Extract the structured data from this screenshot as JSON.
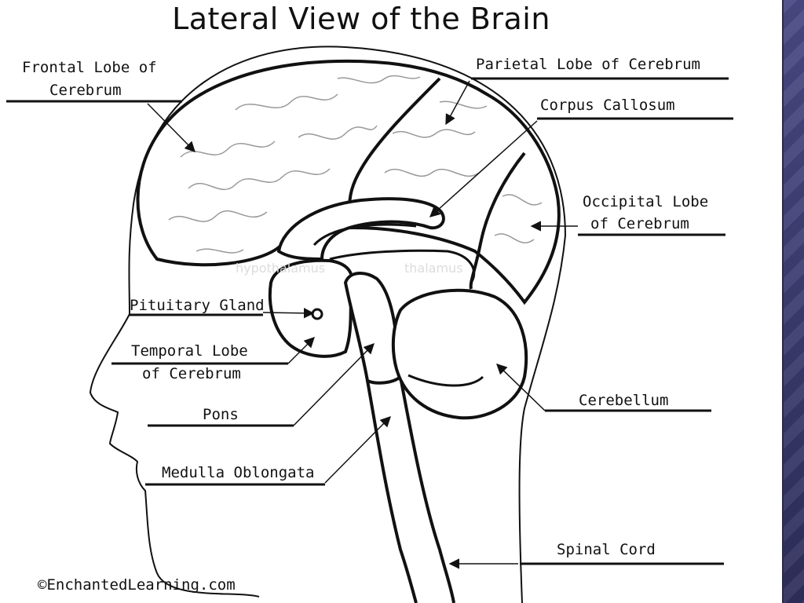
{
  "title": "Lateral View of the Brain",
  "labels": {
    "frontal_line1": "Frontal Lobe of",
    "frontal_line2": "Cerebrum",
    "parietal": "Parietal Lobe of Cerebrum",
    "corpus": "Corpus Callosum",
    "occipital_line1": "Occipital Lobe",
    "occipital_line2": "of Cerebrum",
    "pituitary": "Pituitary Gland",
    "temporal_line1": "Temporal Lobe",
    "temporal_line2": "of Cerebrum",
    "pons": "Pons",
    "medulla": "Medulla Oblongata",
    "cerebellum": "Cerebellum",
    "spinal": "Spinal Cord"
  },
  "faint_labels": {
    "hypothalamus": "hypothalamus",
    "thalamus": "thalamus"
  },
  "copyright": "©EnchantedLearning.com"
}
